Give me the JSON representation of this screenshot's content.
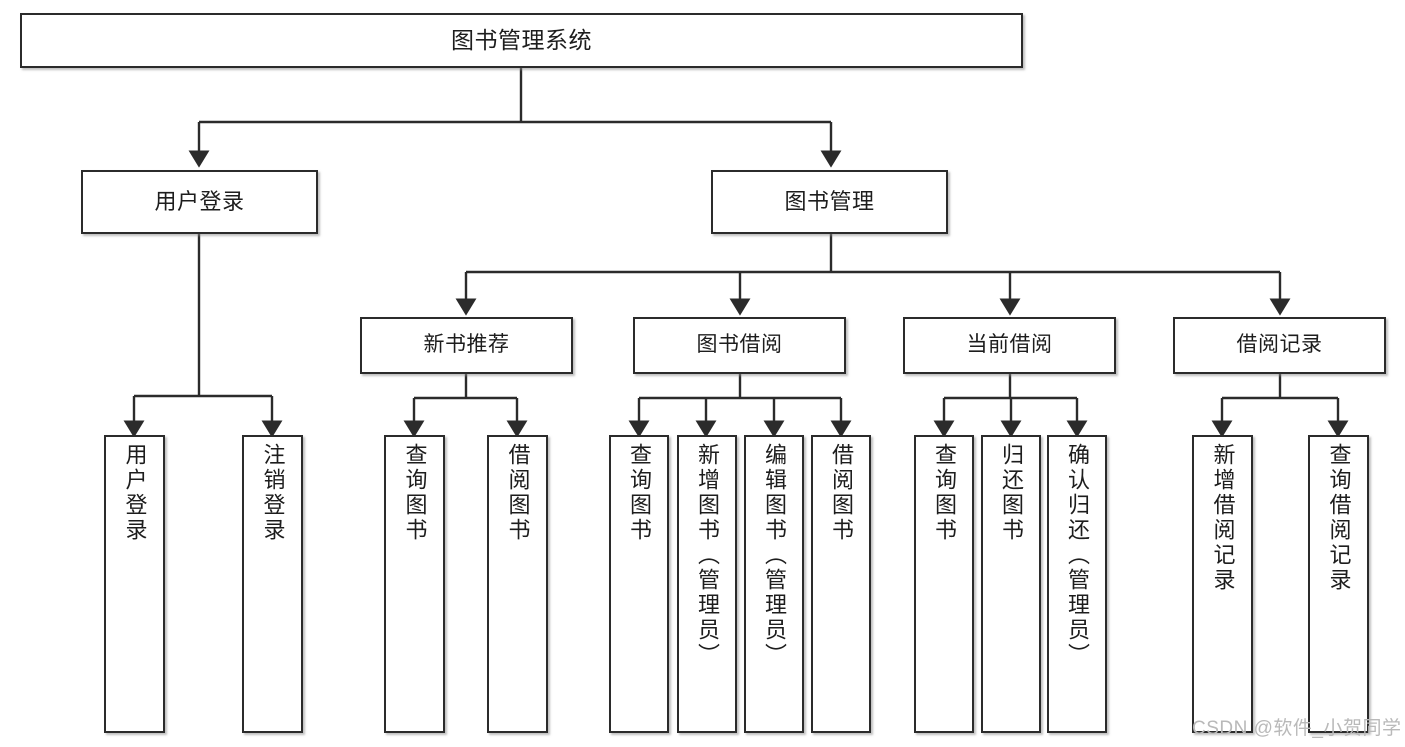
{
  "diagram": {
    "title": "图书管理系统",
    "type": "tree-hierarchy-diagram",
    "style": {
      "box_border": "#2b2b2b",
      "box_fill": "#ffffff",
      "connector": "#2b2b2b",
      "background": "#ffffff",
      "watermark_color": "#b9b9b9"
    }
  },
  "nodes": {
    "root": {
      "label": "图书管理系统"
    },
    "level2": [
      {
        "label": "用户登录"
      },
      {
        "label": "图书管理"
      }
    ],
    "level3": [
      {
        "label": "新书推荐"
      },
      {
        "label": "图书借阅"
      },
      {
        "label": "当前借阅"
      },
      {
        "label": "借阅记录"
      }
    ],
    "leaves": {
      "user_login": [
        {
          "label": "用户登录"
        },
        {
          "label": "注销登录"
        }
      ],
      "new_book_recommend": [
        {
          "label": "查询图书"
        },
        {
          "label": "借阅图书"
        }
      ],
      "book_borrow": [
        {
          "label": "查询图书"
        },
        {
          "label": "新增图书（管理员）"
        },
        {
          "label": "编辑图书（管理员）"
        },
        {
          "label": "借阅图书"
        }
      ],
      "current_borrow": [
        {
          "label": "查询图书"
        },
        {
          "label": "归还图书"
        },
        {
          "label": "确认归还（管理员）"
        }
      ],
      "borrow_record": [
        {
          "label": "新增借阅记录"
        },
        {
          "label": "查询借阅记录"
        }
      ]
    }
  },
  "watermark": {
    "text": "CSDN @软件_小贺同学"
  }
}
